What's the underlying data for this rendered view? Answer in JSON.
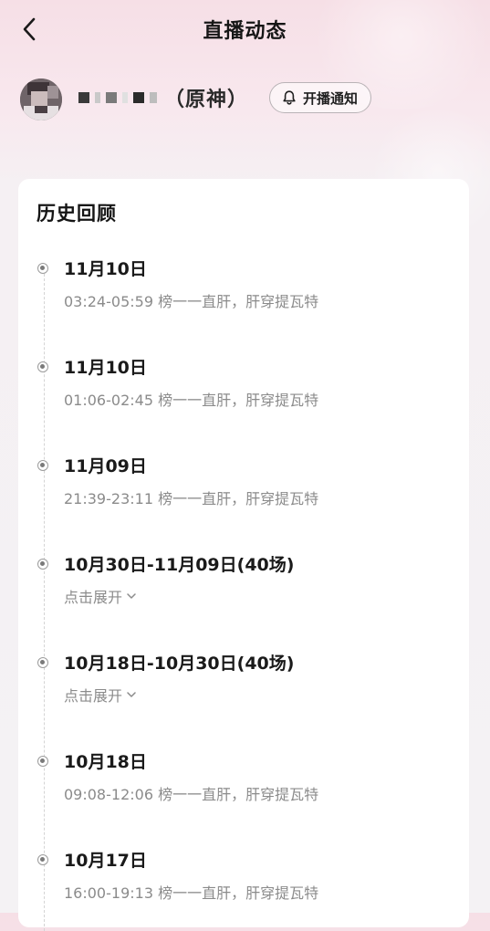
{
  "header": {
    "title": "直播动态",
    "back_icon": "chevron-left-icon"
  },
  "streamer": {
    "game_tag": "（原神）",
    "notify_label": "开播通知",
    "notify_icon": "bell-icon"
  },
  "history": {
    "title": "历史回顾",
    "items": [
      {
        "date": "11月10日",
        "desc": "03:24-05:59 榜一一直肝，肝穿提瓦特"
      },
      {
        "date": "11月10日",
        "desc": "01:06-02:45 榜一一直肝，肝穿提瓦特"
      },
      {
        "date": "11月09日",
        "desc": "21:39-23:11 榜一一直肝，肝穿提瓦特"
      },
      {
        "date": "10月30日-11月09日(40场)",
        "expand_label": "点击展开"
      },
      {
        "date": "10月18日-10月30日(40场)",
        "expand_label": "点击展开"
      },
      {
        "date": "10月18日",
        "desc": "09:08-12:06 榜一一直肝，肝穿提瓦特"
      },
      {
        "date": "10月17日",
        "desc": "16:00-19:13 榜一一直肝，肝穿提瓦特"
      }
    ]
  },
  "colors": {
    "accent_text": "#1a1a1a",
    "muted_text": "#8b8b8b",
    "card_bg": "#ffffff",
    "page_bg_top": "#f6dfe6"
  }
}
